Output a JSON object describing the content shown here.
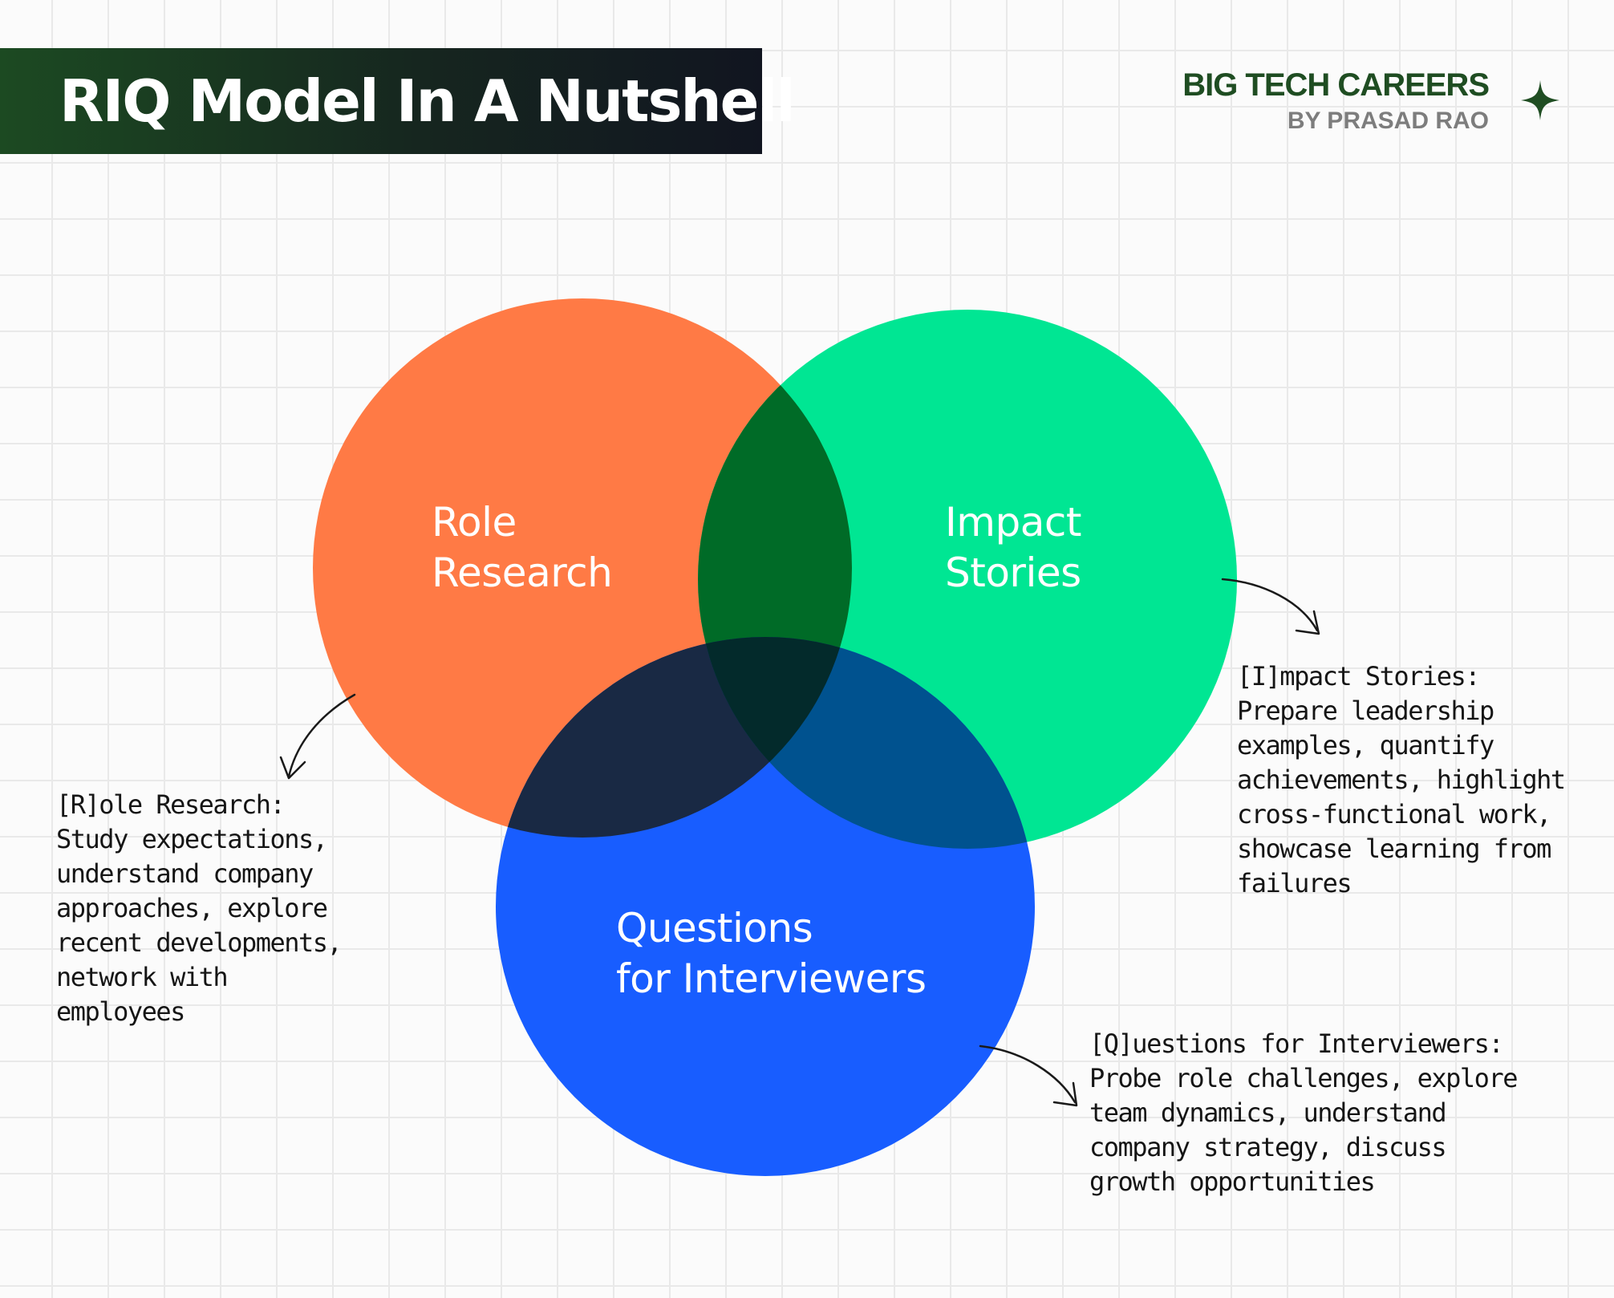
{
  "header": {
    "title": "RIQ Model In A Nutshell",
    "brand_name": "BIG TECH CAREERS",
    "brand_byline": "BY PRASAD RAO",
    "sparkle_icon": "four-point-star-icon",
    "banner_colors": [
      "#1c4a22",
      "#111520"
    ]
  },
  "venn": {
    "sets": [
      {
        "id": "role",
        "label_lines": [
          "Role",
          "Research"
        ],
        "color": "#ff7a45"
      },
      {
        "id": "impact",
        "label_lines": [
          "Impact",
          "Stories"
        ],
        "color": "#00e693"
      },
      {
        "id": "questions",
        "label_lines": [
          "Questions",
          "for Interviewers"
        ],
        "color": "#185dff"
      }
    ],
    "overlap_colors": {
      "role_impact": "#006b27",
      "role_questions": "#192944",
      "impact_questions": "#00528f",
      "all_three": "#032a2b"
    }
  },
  "notes": [
    {
      "id": "role",
      "lines": [
        "[R]ole Research:",
        "Study expectations,",
        "understand company",
        "approaches, explore",
        "recent developments,",
        "network with",
        "employees"
      ]
    },
    {
      "id": "impact",
      "lines": [
        "[I]mpact Stories:",
        "Prepare leadership",
        "examples, quantify",
        "achievements, highlight",
        "cross-functional work,",
        "showcase learning from",
        "failures"
      ]
    },
    {
      "id": "questions",
      "lines": [
        "[Q]uestions for Interviewers:",
        "Probe role challenges, explore",
        "team dynamics, understand",
        "company strategy, discuss",
        "growth opportunities"
      ]
    }
  ]
}
